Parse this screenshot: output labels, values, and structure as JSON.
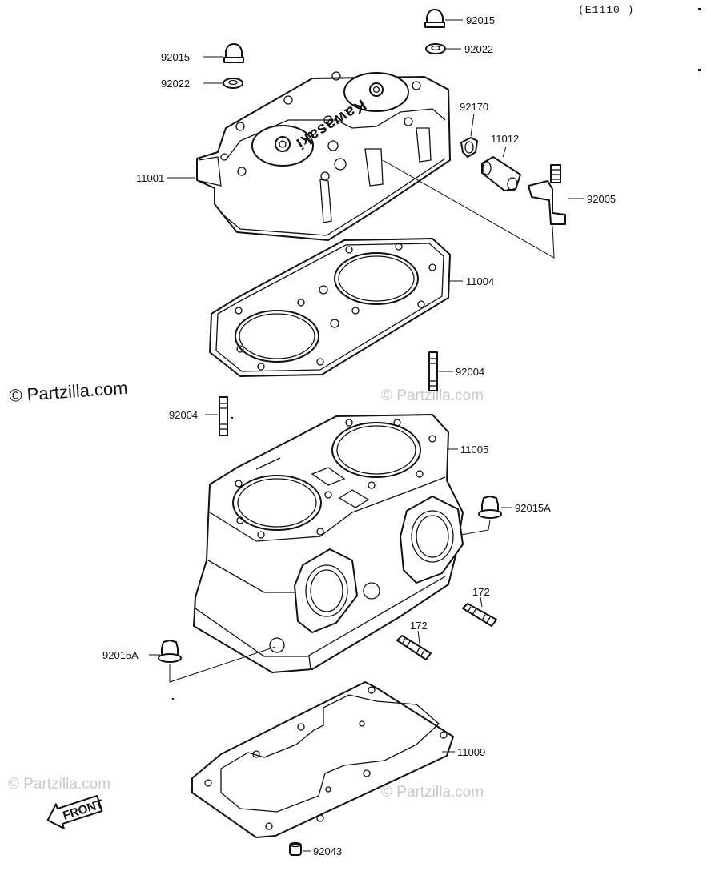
{
  "diagram_code": "(E1110 )",
  "brand_mark": "Kawasaki",
  "front_label": "FRONT",
  "watermark_main": "© Partzilla.com",
  "watermark_faint": "© Partzilla.com",
  "parts": {
    "p92015_top": "92015",
    "p92022_top": "92022",
    "p92015_left": "92015",
    "p92022_left": "92022",
    "p92170": "92170",
    "p11012": "11012",
    "p11001": "11001",
    "p92005": "92005",
    "p11004": "11004",
    "p92004_right": "92004",
    "p92004_left": "92004",
    "p11005": "11005",
    "p92015A_right": "92015A",
    "p172_upper": "172",
    "p172_lower": "172",
    "p92015A_left": "92015A",
    "p11009": "11009",
    "p92043": "92043"
  }
}
